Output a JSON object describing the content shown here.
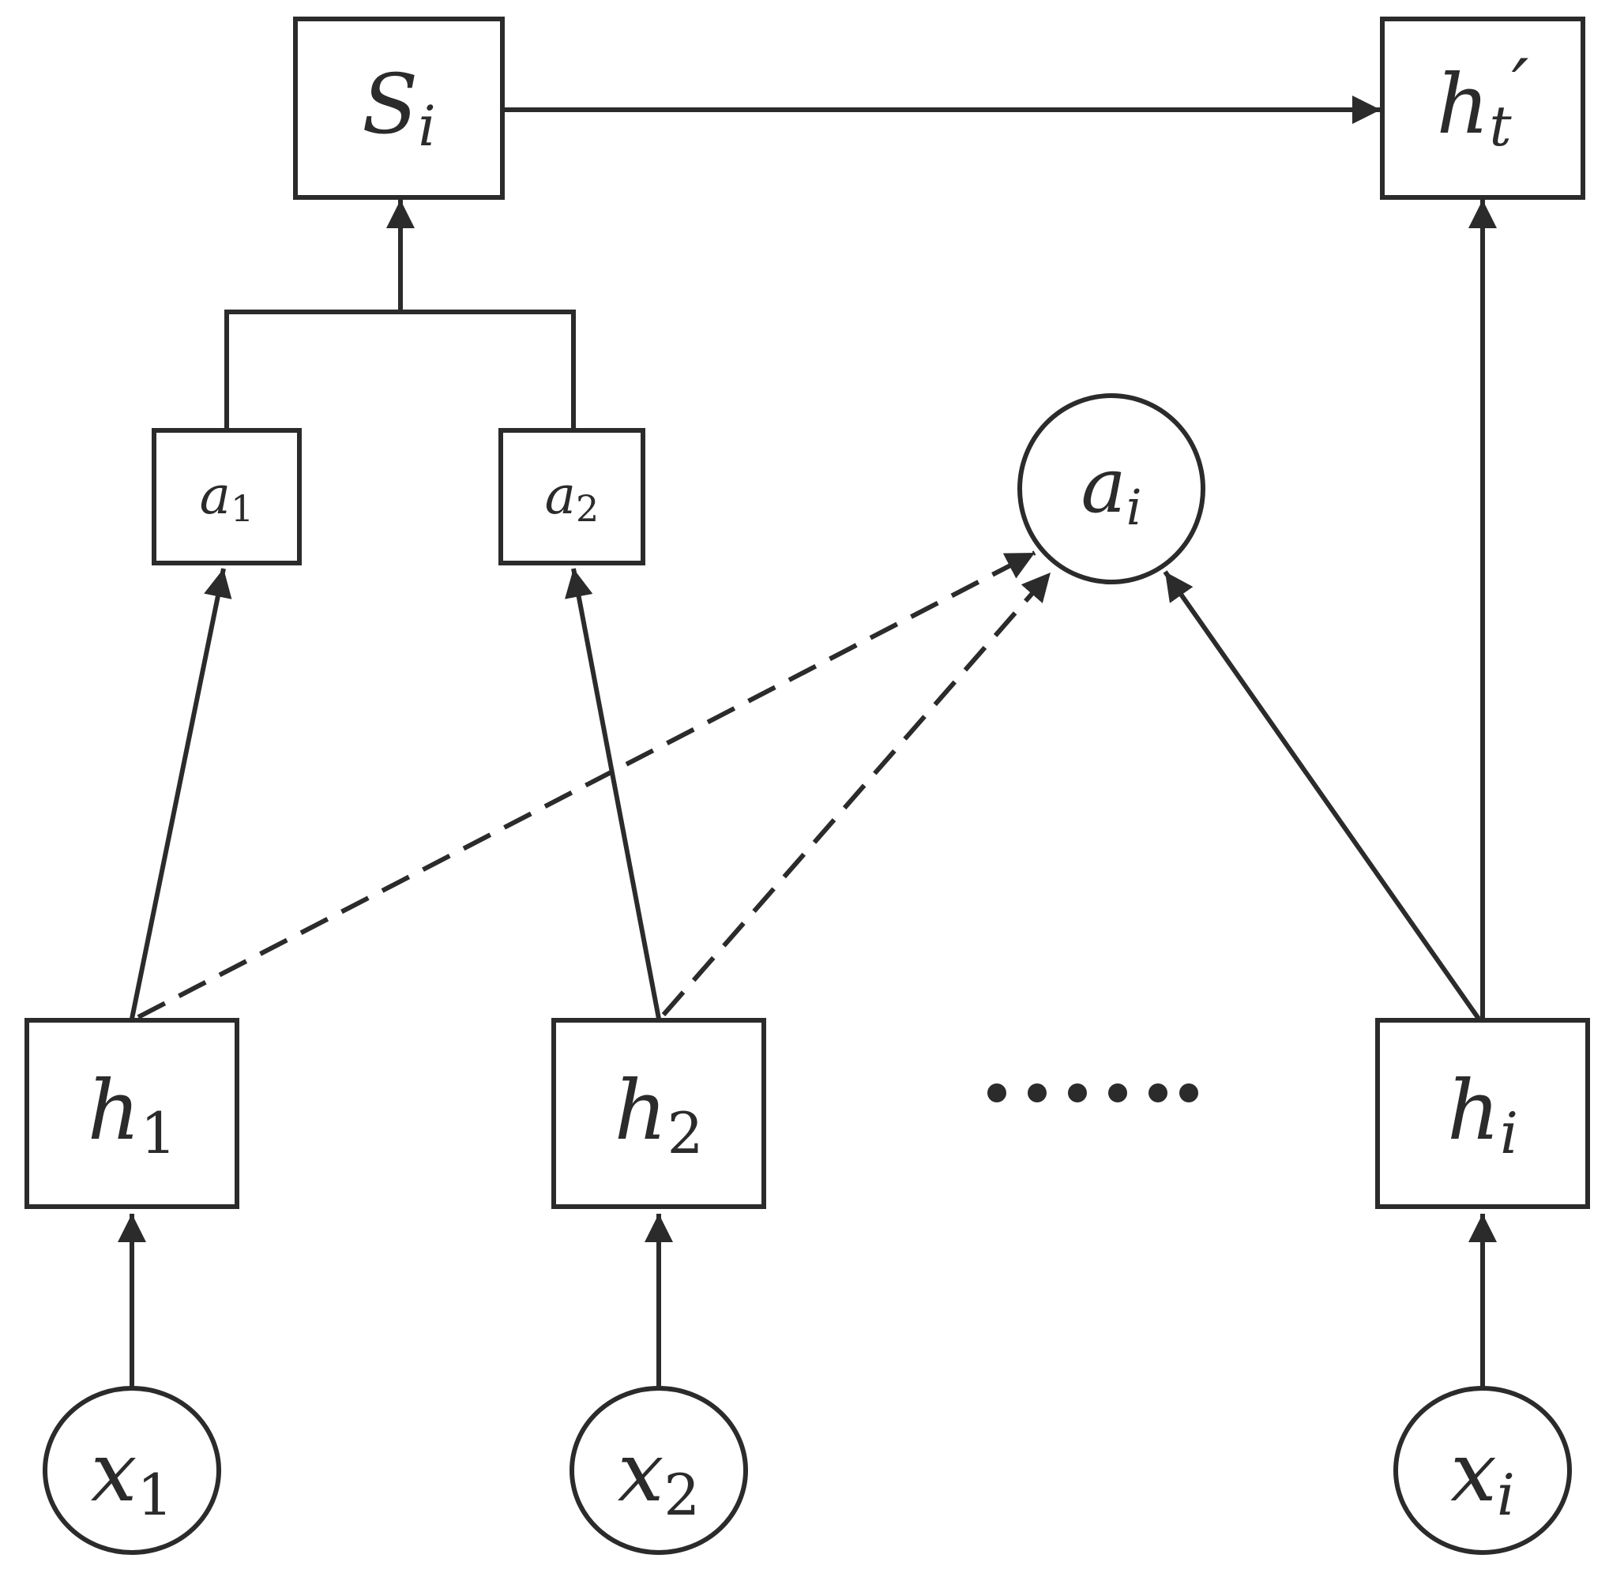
{
  "nodes": {
    "x1": {
      "base": "x",
      "sub": "1"
    },
    "x2": {
      "base": "x",
      "sub": "2"
    },
    "xi": {
      "base": "x",
      "sub": "i"
    },
    "h1": {
      "base": "h",
      "sub": "1"
    },
    "h2": {
      "base": "h",
      "sub": "2"
    },
    "hi": {
      "base": "h",
      "sub": "i"
    },
    "a1": {
      "base": "a",
      "sub": "1"
    },
    "a2": {
      "base": "a",
      "sub": "2"
    },
    "ai": {
      "base": "a",
      "sub": "i"
    },
    "si": {
      "base": "S",
      "sub": "i"
    },
    "ht": {
      "base": "h",
      "sub": "t",
      "prime": "′"
    }
  },
  "ellipsis": "......",
  "colors": {
    "stroke": "#2b2b2b",
    "background": "#ffffff"
  }
}
